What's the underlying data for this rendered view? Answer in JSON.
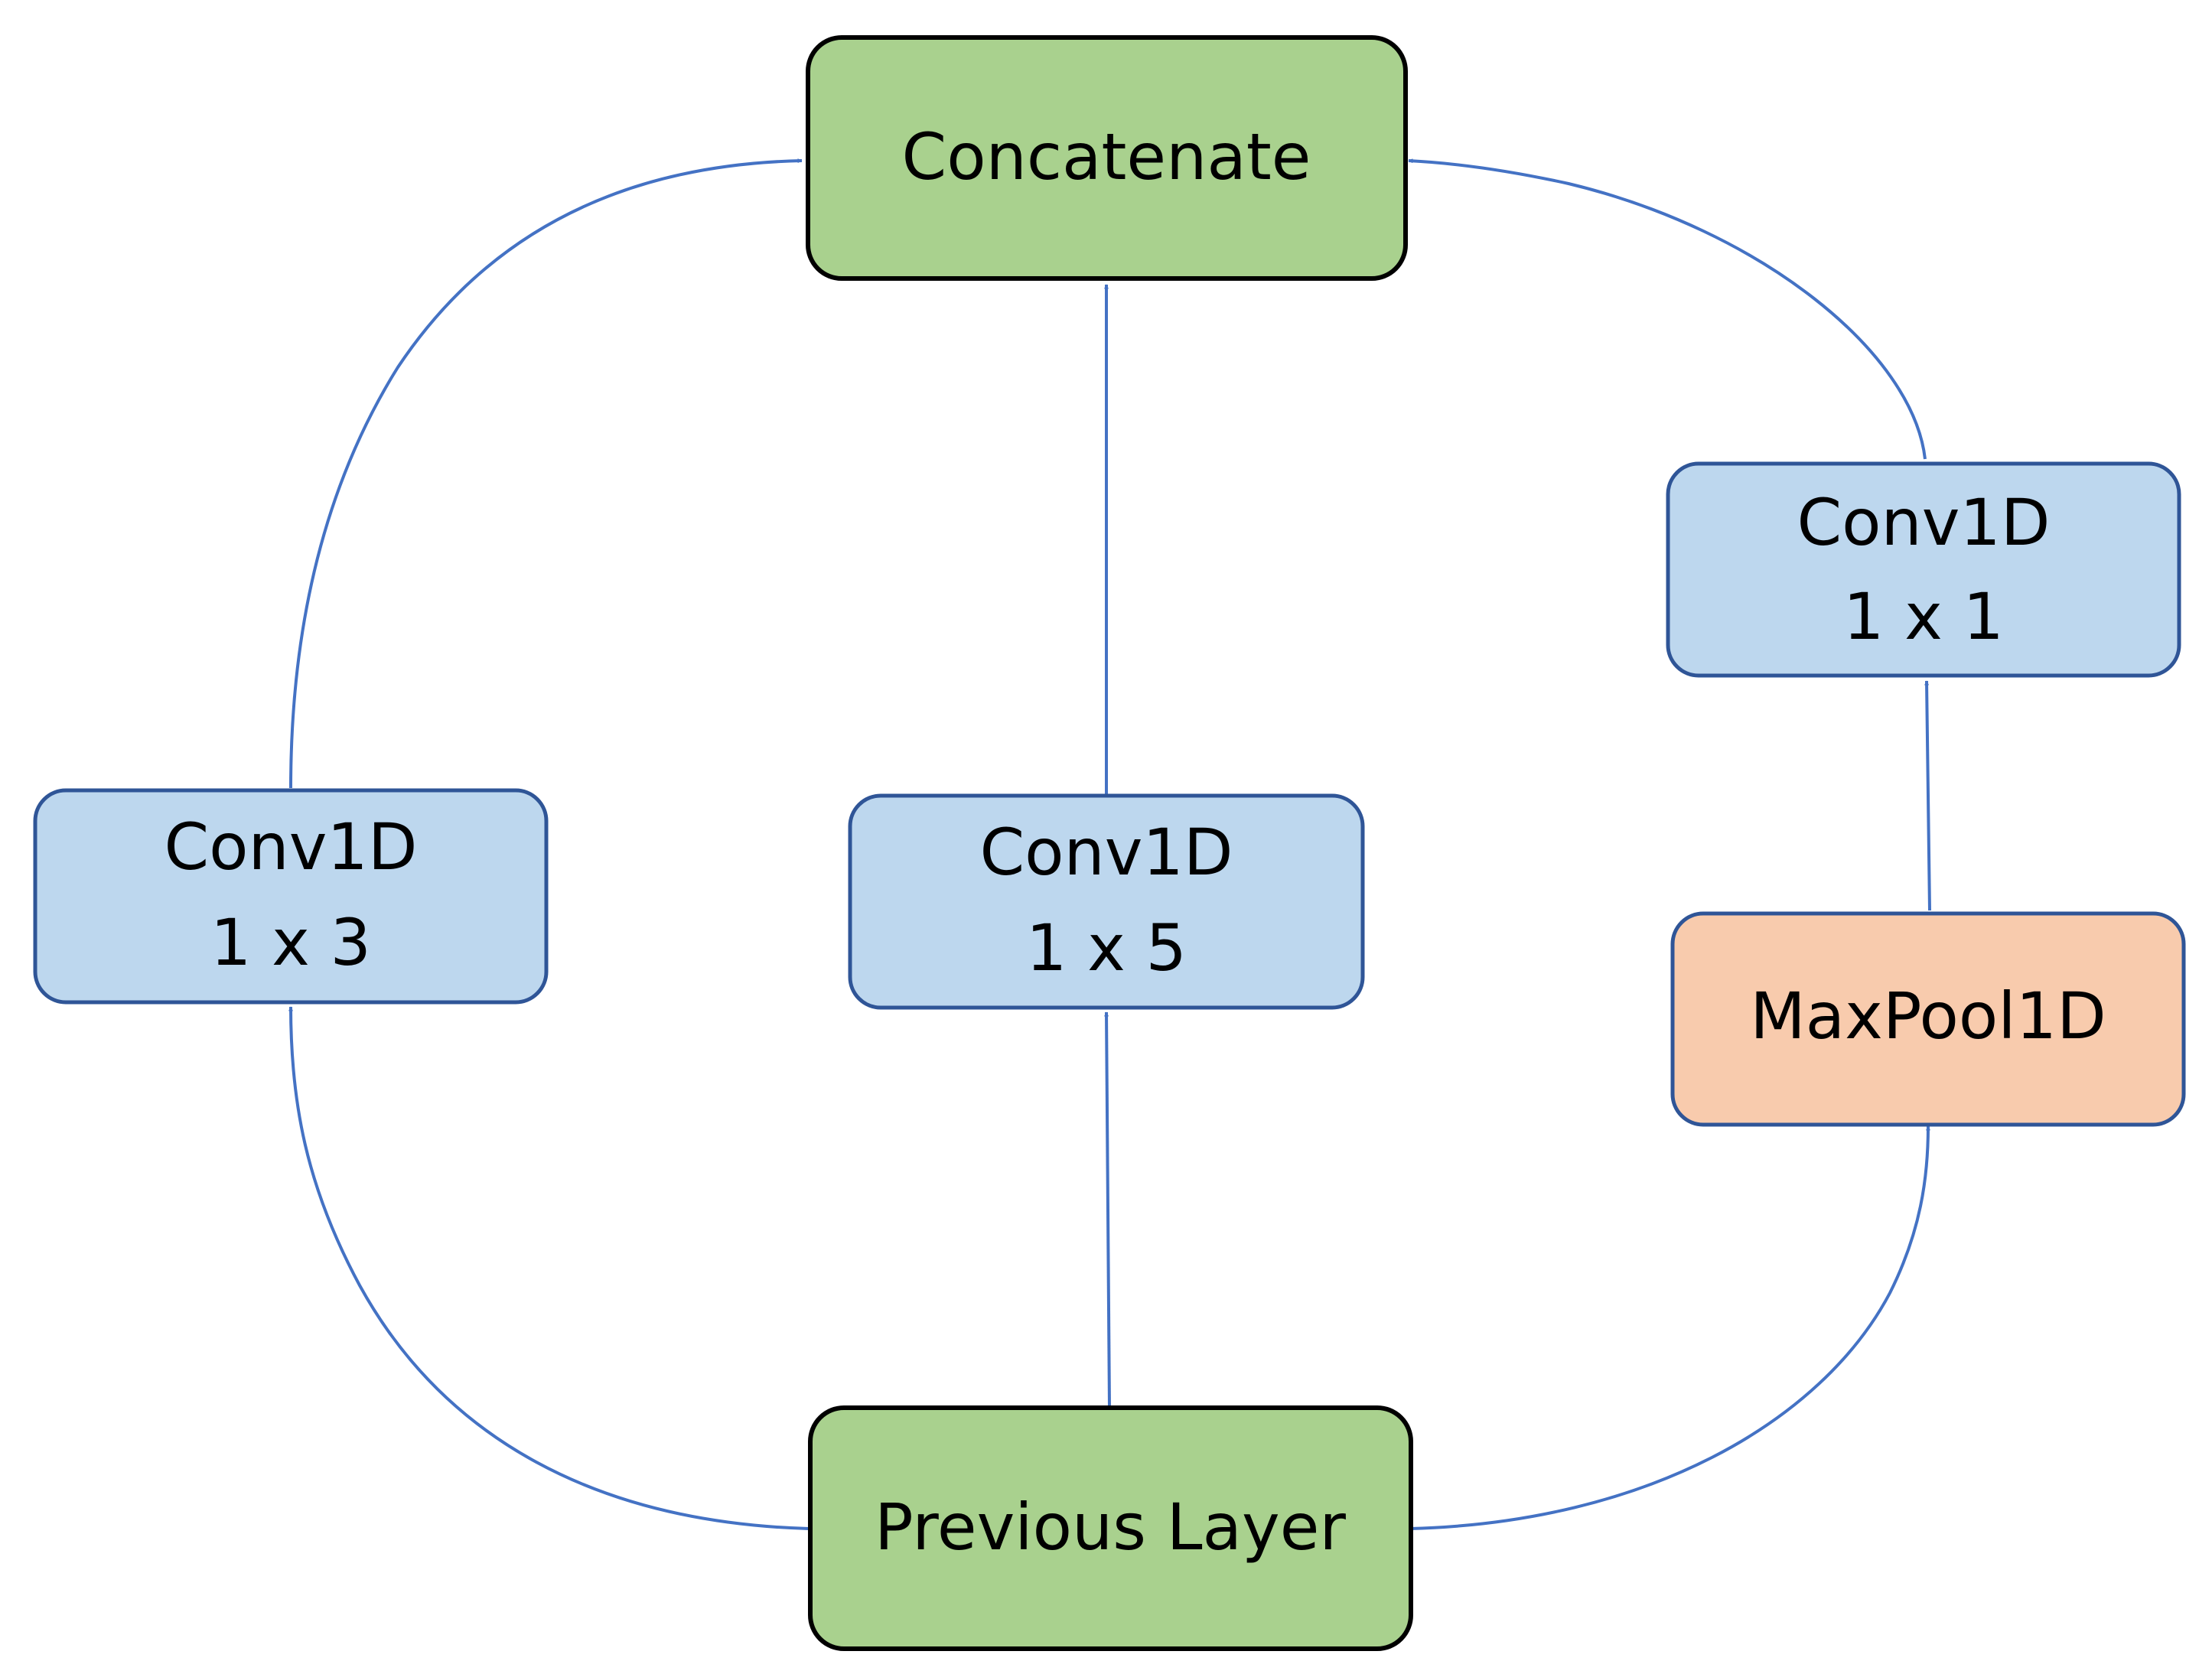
{
  "colors": {
    "io_fill": "#a9d18e",
    "io_stroke": "#000000",
    "conv_fill": "#bdd7ee",
    "conv_stroke": "#2f5597",
    "pool_fill": "#f8cbad",
    "pool_stroke": "#2f5597",
    "edge": "#4472c4",
    "text": "#000000"
  },
  "nodes": {
    "concatenate": {
      "label": "Concatenate"
    },
    "previous_layer": {
      "label": "Previous Layer"
    },
    "conv_1x3": {
      "line1": "Conv1D",
      "line2": "1 x 3"
    },
    "conv_1x5": {
      "line1": "Conv1D",
      "line2": "1 x 5"
    },
    "conv_1x1": {
      "line1": "Conv1D",
      "line2": "1 x 1"
    },
    "maxpool": {
      "label": "MaxPool1D"
    }
  },
  "edges": [
    {
      "from": "previous_layer",
      "to": "conv_1x3"
    },
    {
      "from": "previous_layer",
      "to": "conv_1x5"
    },
    {
      "from": "previous_layer",
      "to": "maxpool"
    },
    {
      "from": "maxpool",
      "to": "conv_1x1"
    },
    {
      "from": "conv_1x3",
      "to": "concatenate"
    },
    {
      "from": "conv_1x5",
      "to": "concatenate"
    },
    {
      "from": "conv_1x1",
      "to": "concatenate"
    }
  ]
}
